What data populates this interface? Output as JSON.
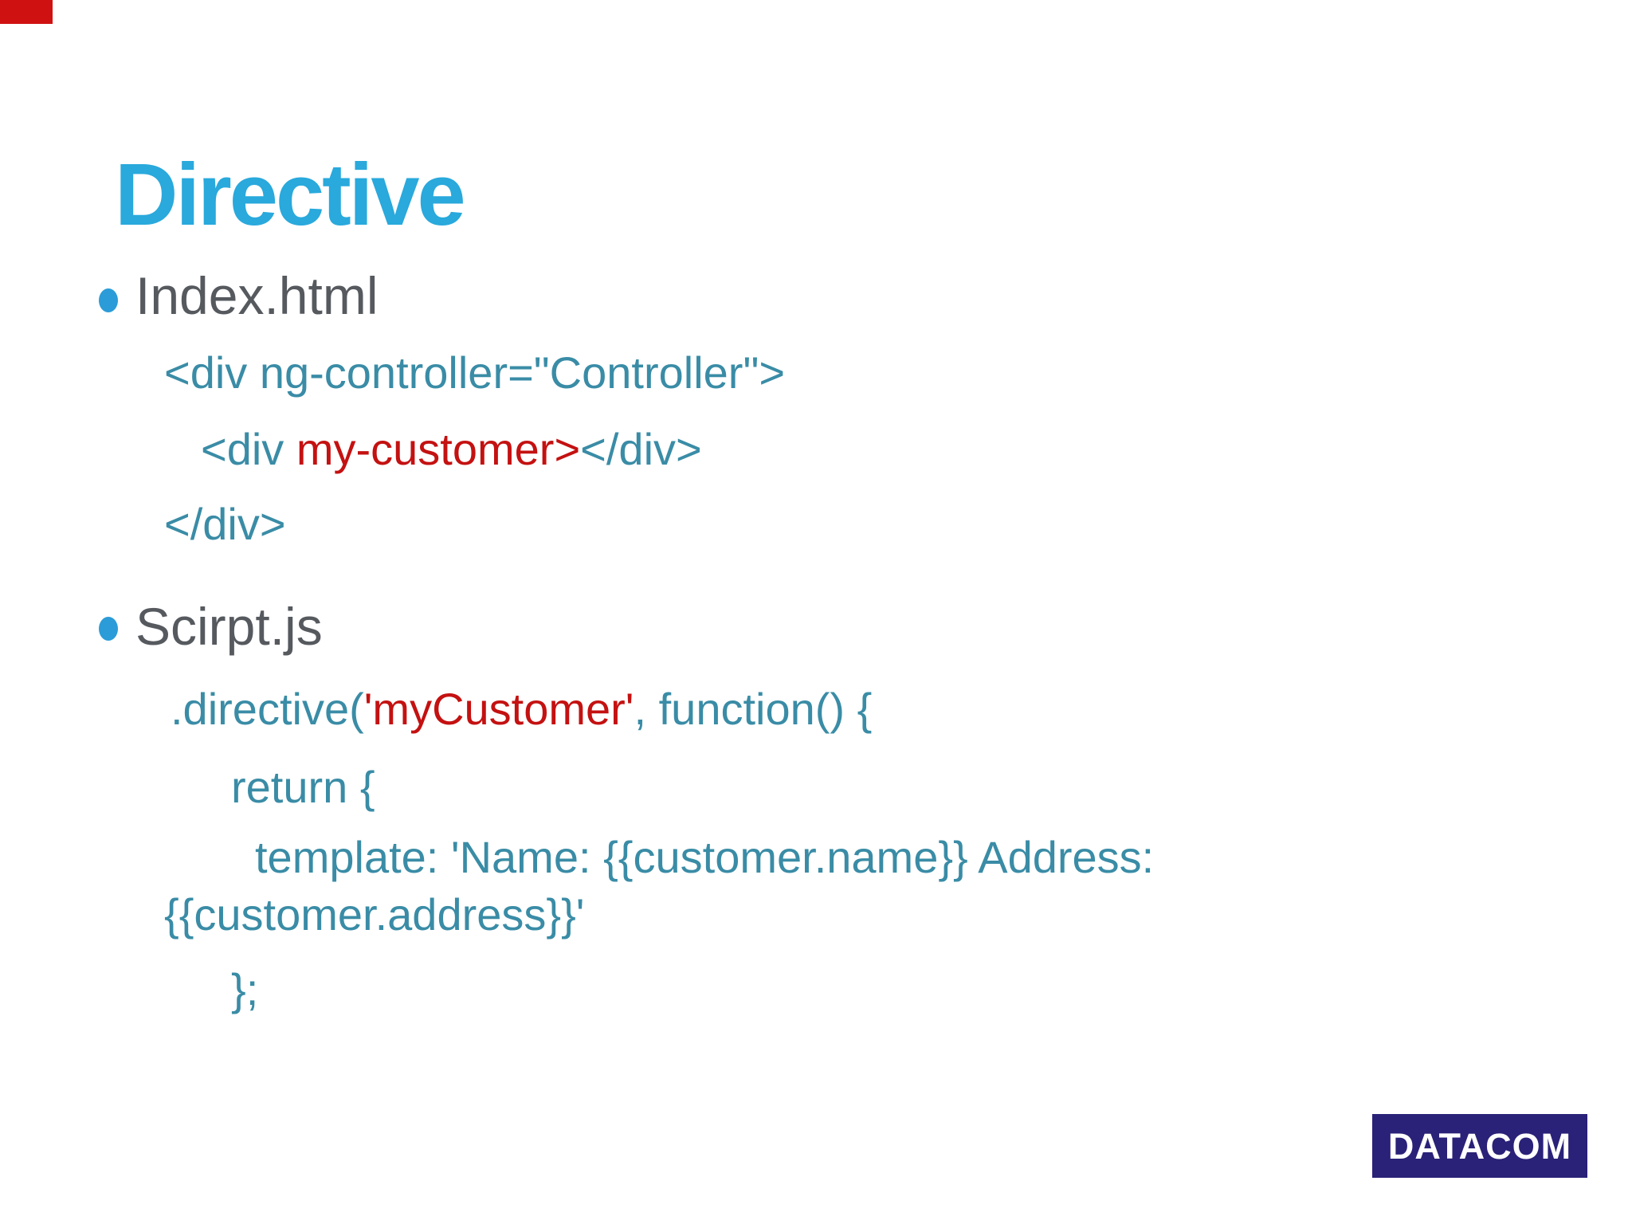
{
  "slide": {
    "title": "Directive",
    "colors": {
      "title_accent": "#29a9dc",
      "bullet_dot": "#2b9cd8",
      "label_gray": "#565a5f",
      "code_teal": "#3a8ca6",
      "code_highlight_red": "#c41111",
      "corner_marker_red": "#d01111",
      "logo_background_navy": "#2a2178",
      "logo_text_white": "#ffffff"
    },
    "sections": [
      {
        "label": "Index.html",
        "code_lines": [
          {
            "parts": [
              {
                "text": "<div ng-controller=\"Controller\">",
                "color": "teal"
              }
            ]
          },
          {
            "parts": [
              {
                "text": "<div ",
                "color": "teal"
              },
              {
                "text": "my-customer>",
                "color": "red"
              },
              {
                "text": "</div>",
                "color": "teal"
              }
            ]
          },
          {
            "parts": [
              {
                "text": "</div>",
                "color": "teal"
              }
            ]
          }
        ]
      },
      {
        "label": "Scirpt.js",
        "code_lines": [
          {
            "parts": [
              {
                "text": ".directive(",
                "color": "teal"
              },
              {
                "text": "'myCustomer'",
                "color": "red"
              },
              {
                "text": ", function() {",
                "color": "teal"
              }
            ]
          },
          {
            "parts": [
              {
                "text": "return {",
                "color": "teal"
              }
            ]
          },
          {
            "parts": [
              {
                "text": "template: 'Name: {{customer.name}} Address:",
                "color": "teal"
              }
            ]
          },
          {
            "parts": [
              {
                "text": "{{customer.address}}'",
                "color": "teal"
              }
            ]
          },
          {
            "parts": [
              {
                "text": "};",
                "color": "teal"
              }
            ]
          }
        ]
      }
    ],
    "logo": {
      "text": "DATACOM"
    }
  }
}
